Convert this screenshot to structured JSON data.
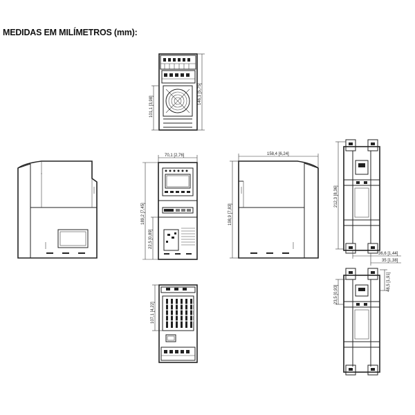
{
  "title": "MEDIDAS EM MILÍMETROS (mm):",
  "dimensions": {
    "top_depth_1": "101,1 [3,98]",
    "top_depth_2": "146,1 [5,75]",
    "front_width": "70,1 [2,76]",
    "front_height": "189,2 [7,45]",
    "front_lower": "22,5 [0,89]",
    "side_width": "158,4 [6,24]",
    "side_height": "198,9 [7,83]",
    "bottom_depth": "107,1 [4,22]",
    "rear_height": "212,3 [8,36]",
    "rear_offset_1": "36,6 [1,44]",
    "rear_offset_2": "35 [1,38]",
    "rear2_left": "23,5 [0,93]",
    "rear2_right": "48,5 [1,91]"
  }
}
